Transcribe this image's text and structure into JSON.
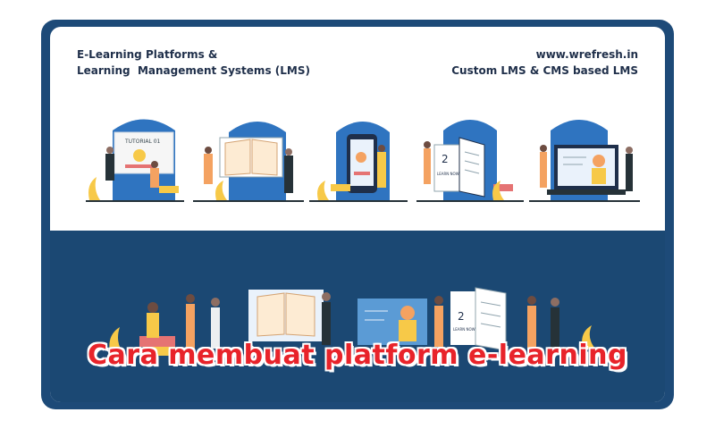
{
  "header": {
    "left_line1": "E-Learning Platforms &",
    "left_line2": "Learning  Management Systems (LMS)",
    "right_line1": "www.wrefresh.in",
    "right_line2": "Custom LMS & CMS based LMS"
  },
  "illustrations": [
    {
      "icon": "tutorial-screen-icon",
      "screen_text": "TUTORIAL 01"
    },
    {
      "icon": "open-book-monitor-icon"
    },
    {
      "icon": "mobile-learning-icon"
    },
    {
      "icon": "book-page-icon",
      "screen_text_a": "2",
      "screen_text_b": "LEARN NOW"
    },
    {
      "icon": "laptop-tutor-icon"
    }
  ],
  "banner": {
    "title": "Cara membuat platform e-learning"
  },
  "colors": {
    "frame": "#1d4a78",
    "dark_panel": "#1b4873",
    "accent_blue": "#2f74c0",
    "title_red": "#e8232a",
    "header_text": "#1f2f4a"
  }
}
